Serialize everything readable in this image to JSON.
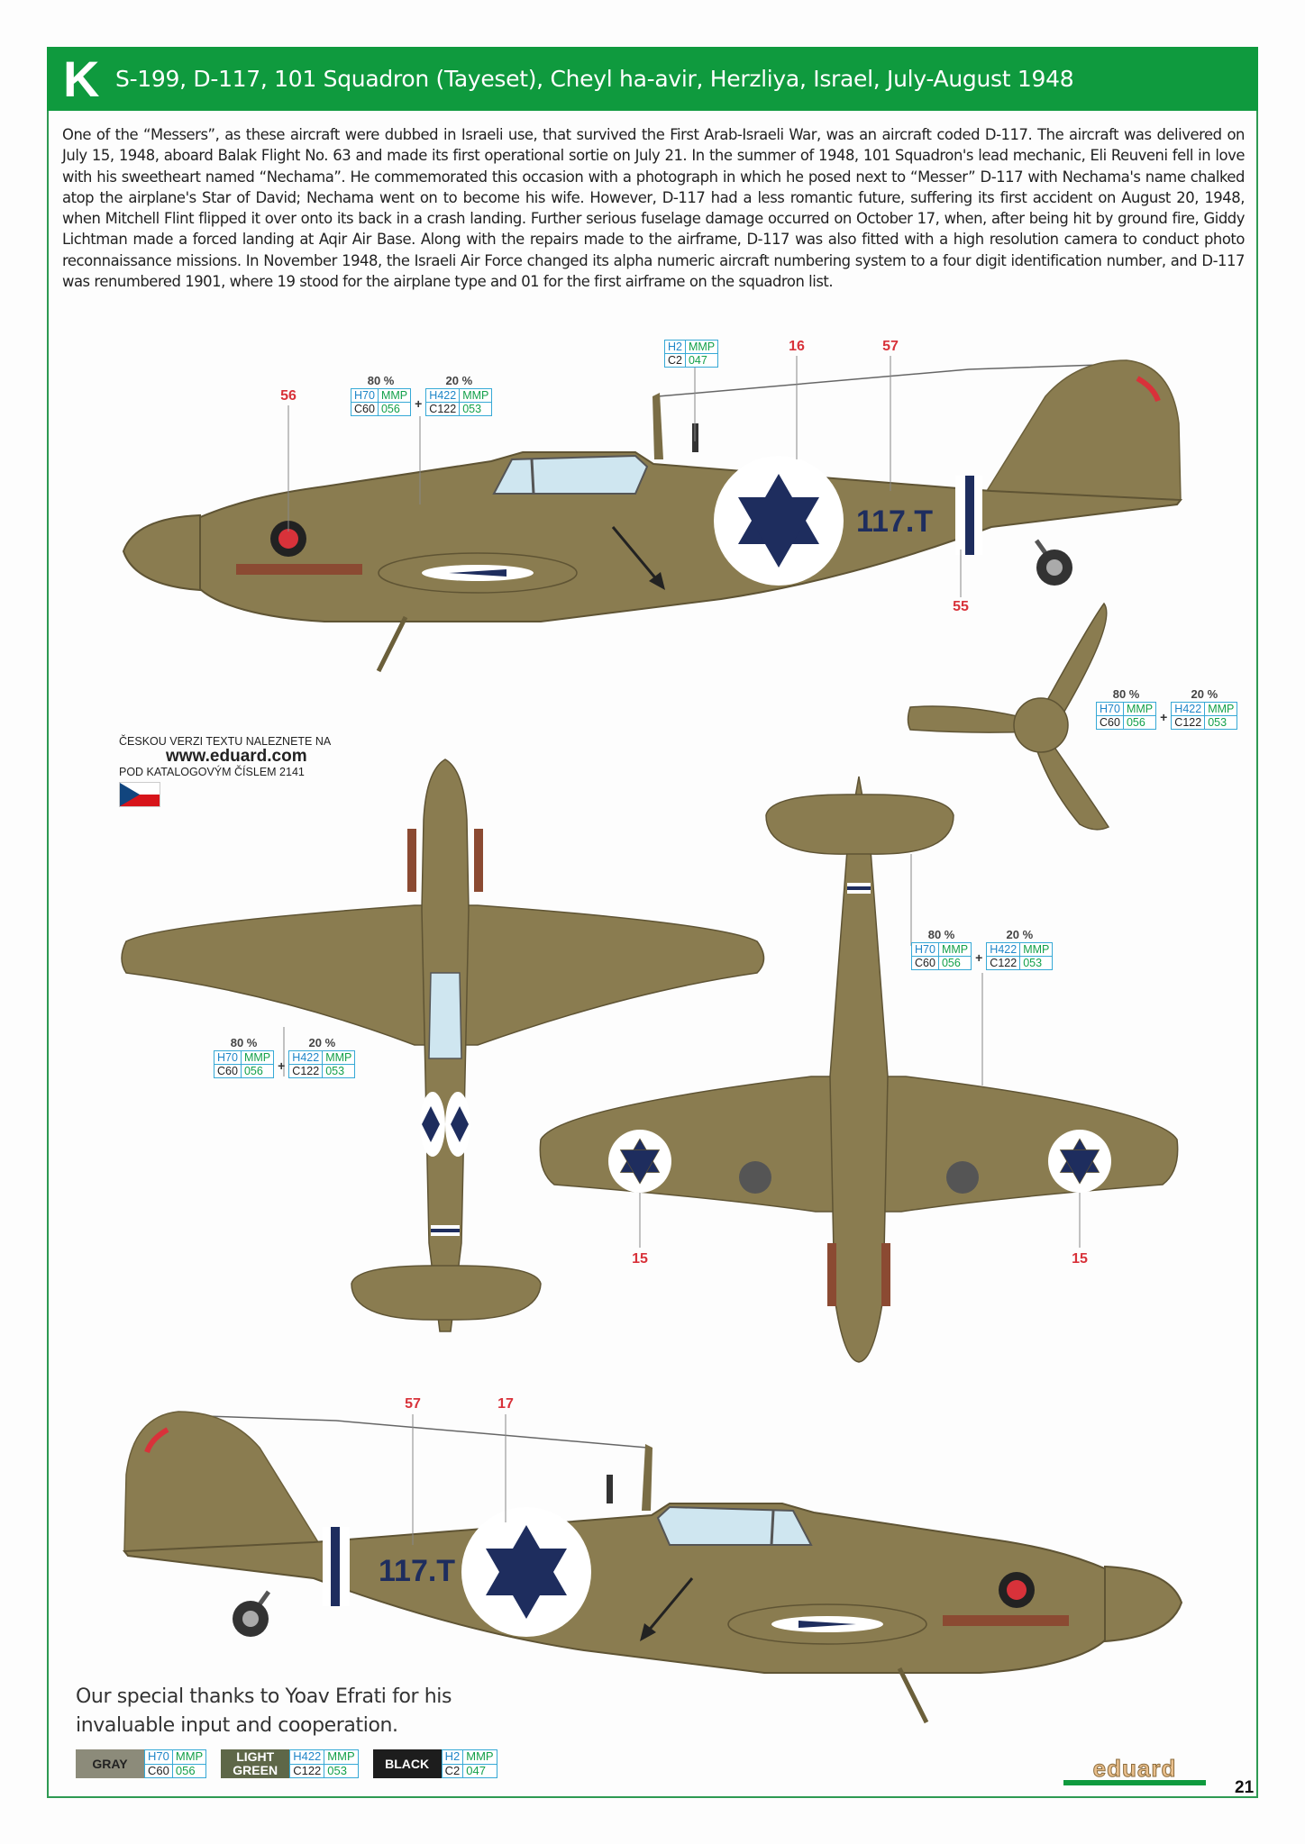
{
  "header": {
    "letter": "K",
    "title": "S-199, D-117, 101 Squadron (Tayeset), Cheyl ha-avir, Herzliya, Israel, July-August 1948"
  },
  "description": "One of the “Messers”, as these aircraft were dubbed in Israeli use, that survived the First Arab-Israeli War, was an aircraft coded D-117. The aircraft was delivered on July 15, 1948, aboard Balak Flight No. 63 and made its first operational sortie on July 21. In the summer of 1948, 101 Squadron's lead mechanic, Eli Reuveni fell in love with his sweetheart named “Nechama”. He commemorated this occasion with a photograph in which he posed next to “Messer” D-117 with Nechama's name chalked atop the airplane's Star of David; Nechama went on to become his wife. However, D-117 had a less romantic future, suffering its first accident on August 20, 1948, when Mitchell Flint flipped it over onto its back in a crash landing. Further serious fuselage damage occurred on October 17, when, after being hit by ground fire, Giddy Lichtman made a forced landing at Aqir Air Base. Along with the repairs made to the airframe, D-117 was also fitted with a high resolution camera to conduct photo reconnaissance missions. In November 1948, the Israeli Air Force changed its alpha numeric aircraft numbering system to a four digit identification number, and D-117 was renumbered 1901, where 19 stood for the airplane type and 01 for the first airframe on the squadron list.",
  "paints": {
    "gray": {
      "h": "H70",
      "mmp": "MMP",
      "c": "C60",
      "mmp_no": "056",
      "pct": "80 %"
    },
    "green": {
      "h": "H422",
      "mmp": "MMP",
      "c": "C122",
      "mmp_no": "053",
      "pct": "20 %"
    },
    "black": {
      "h": "H2",
      "mmp": "MMP",
      "c": "C2",
      "mmp_no": "047"
    },
    "plus": "+"
  },
  "markers": {
    "n56": "56",
    "n16": "16",
    "n57a": "57",
    "n55": "55",
    "n15a": "15",
    "n15b": "15",
    "n57b": "57",
    "n17": "17"
  },
  "aircraft_code": "117.T",
  "czech": {
    "line1": "ČESKOU VERZI TEXTU NALEZNETE NA",
    "line2": "www.eduard.com",
    "line3": "POD KATALOGOVÝM ČÍSLEM 2141"
  },
  "thanks": {
    "line1": "Our special thanks to Yoav Efrati for his",
    "line2": "invaluable input and cooperation."
  },
  "legend": [
    {
      "name": "GRAY",
      "h": "H70",
      "mmp": "MMP",
      "c": "C60",
      "mmp_no": "056",
      "color": "#8c8b7a"
    },
    {
      "name": "LIGHT GREEN",
      "h": "H422",
      "mmp": "MMP",
      "c": "C122",
      "mmp_no": "053",
      "color": "#5e6748"
    },
    {
      "name": "BLACK",
      "h": "H2",
      "mmp": "MMP",
      "c": "C2",
      "mmp_no": "047",
      "color": "#1d1d1d"
    }
  ],
  "logo": "eduard",
  "page_number": "21",
  "colors": {
    "brand_green": "#0f9a3e",
    "olive": "#8a7c50",
    "star_blue": "#1e2d5e",
    "callout_red": "#d8323a"
  }
}
